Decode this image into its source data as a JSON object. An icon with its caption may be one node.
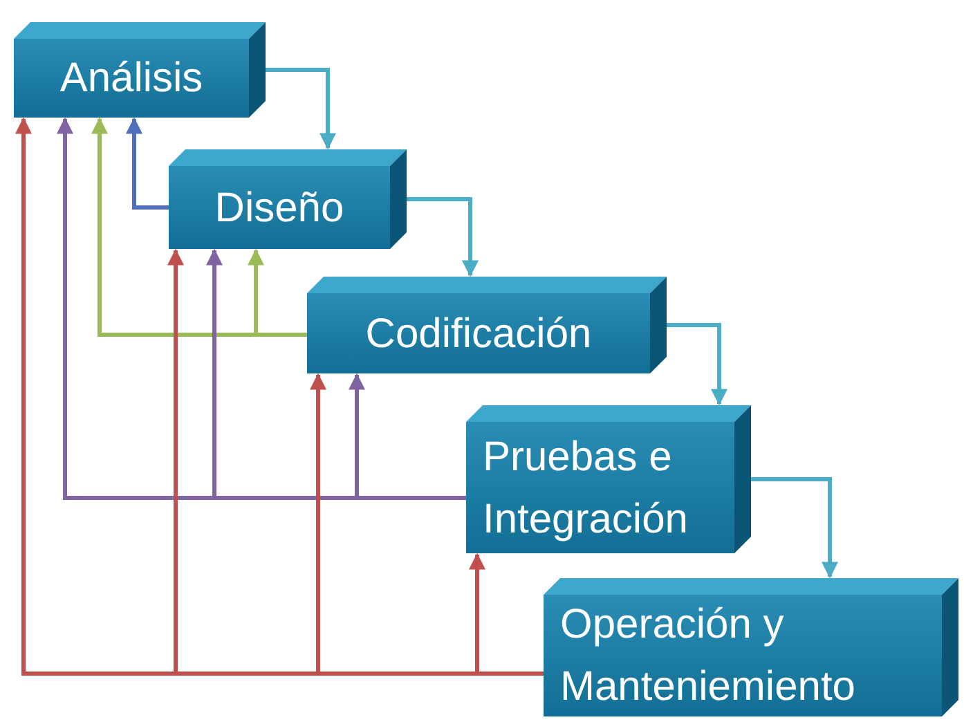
{
  "diagram": {
    "nodes": [
      {
        "text": [
          "Análisis"
        ]
      },
      {
        "text": [
          "Diseño"
        ]
      },
      {
        "text": [
          "Codificación"
        ]
      },
      {
        "text": [
          "Pruebas e Integración"
        ]
      },
      {
        "text": [
          "Operación y Manteniemiento"
        ]
      }
    ],
    "edges": [
      {
        "from": 0,
        "to": 1,
        "arrow": "to"
      },
      {
        "from": 1,
        "to": 2,
        "arrow": "to"
      },
      {
        "from": 2,
        "to": 3,
        "arrow": "to"
      },
      {
        "from": 3,
        "to": 4,
        "arrow": "to"
      },
      {
        "from": 1,
        "to": 0,
        "arrow": "to",
        "color": "#4f6fbd"
      },
      {
        "from": 2,
        "to": 0,
        "arrow": "to",
        "color": "#9bbb59"
      },
      {
        "from": 2,
        "to": 1,
        "arrow": "to",
        "color": "#9bbb59"
      },
      {
        "from": 3,
        "to": 0,
        "arrow": "to",
        "color": "#8064a2"
      },
      {
        "from": 3,
        "to": 1,
        "arrow": "to",
        "color": "#8064a2"
      },
      {
        "from": 3,
        "to": 2,
        "arrow": "to",
        "color": "#8064a2"
      },
      {
        "from": 4,
        "to": 0,
        "arrow": "to",
        "color": "#c0504d"
      },
      {
        "from": 4,
        "to": 1,
        "arrow": "to",
        "color": "#c0504d"
      },
      {
        "from": 4,
        "to": 2,
        "arrow": "to",
        "color": "#c0504d"
      },
      {
        "from": 4,
        "to": 3,
        "arrow": "to",
        "color": "#c0504d"
      }
    ]
  }
}
